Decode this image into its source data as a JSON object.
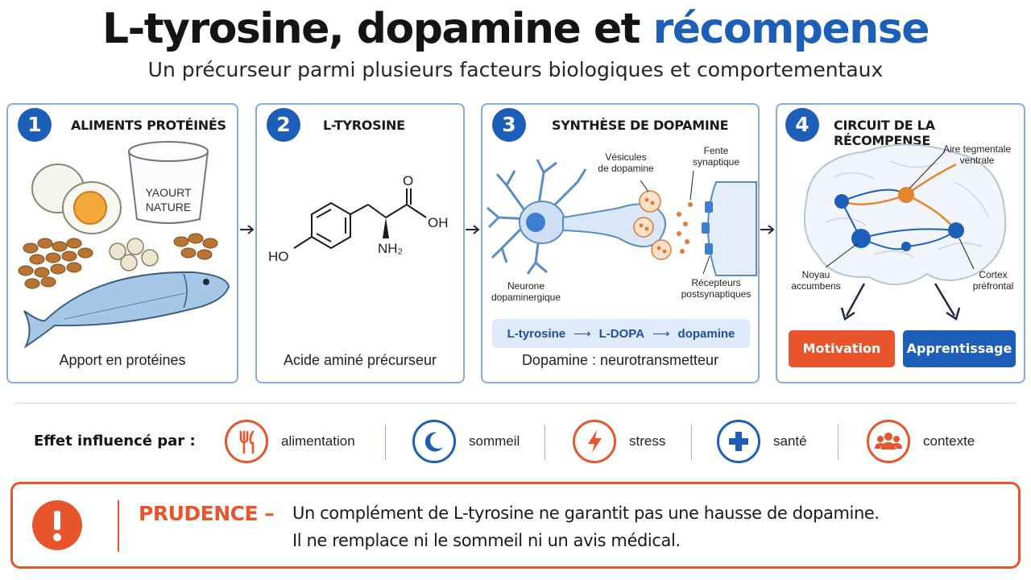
{
  "header": {
    "title_main": "L-tyrosine, dopamine et ",
    "title_accent": "récompense",
    "subtitle": "Un précurseur parmi plusieurs facteurs biologiques et comportementaux"
  },
  "colors": {
    "blue": "#1d5fb8",
    "orange": "#e8542b",
    "panel_border": "#87aedb"
  },
  "steps": [
    {
      "number": "1",
      "title": "ALIMENTS PROTÉINÉS",
      "footer": "Apport en protéines",
      "labels": {
        "yogurt": "YAOURT\nNATURE"
      },
      "icons": [
        "egg-icon",
        "yogurt-icon",
        "lentils-icon",
        "nuts-icon",
        "fish-icon"
      ]
    },
    {
      "number": "2",
      "title": "L-TYROSINE",
      "footer": "Acide aminé précurseur",
      "labels": {
        "ho": "HO",
        "o": "O",
        "oh": "OH",
        "nh2": "NH₂"
      }
    },
    {
      "number": "3",
      "title": "SYNTHÈSE DE DOPAMINE",
      "footer": "Dopamine : neurotransmetteur",
      "labels": {
        "vesicles": "Vésicules\nde dopamine",
        "cleft": "Fente\nsynaptique",
        "neuron": "Neurone\ndopaminergique",
        "receptors": "Récepteurs\npostsynaptiques"
      },
      "pathway": [
        "L-tyrosine",
        "⟶",
        "L-DOPA",
        "⟶",
        "dopamine"
      ]
    },
    {
      "number": "4",
      "title": "CIRCUIT DE LA RÉCOMPENSE",
      "labels": {
        "vta": "Aire tegmentale\nventrale",
        "accumbens": "Noyau\naccumbens",
        "cortex": "Cortex\npréfrontal"
      },
      "outcomes": [
        "Motivation",
        "Apprentissage"
      ]
    }
  ],
  "factors": {
    "label": "Effet influencé par :",
    "items": [
      {
        "label": "alimentation",
        "icon": "fork-knife-icon",
        "color": "#e8542b"
      },
      {
        "label": "sommeil",
        "icon": "moon-icon",
        "color": "#1d5fb8"
      },
      {
        "label": "stress",
        "icon": "lightning-icon",
        "color": "#e8542b"
      },
      {
        "label": "santé",
        "icon": "medical-cross-icon",
        "color": "#1d5fb8"
      },
      {
        "label": "contexte",
        "icon": "people-icon",
        "color": "#e8542b"
      }
    ]
  },
  "warning": {
    "heading": "PRUDENCE –",
    "line1": "Un complément de L-tyrosine ne garantit pas une hausse de dopamine.",
    "line2": "Il ne remplace ni le sommeil ni un avis médical.",
    "icon": "exclamation-icon"
  }
}
